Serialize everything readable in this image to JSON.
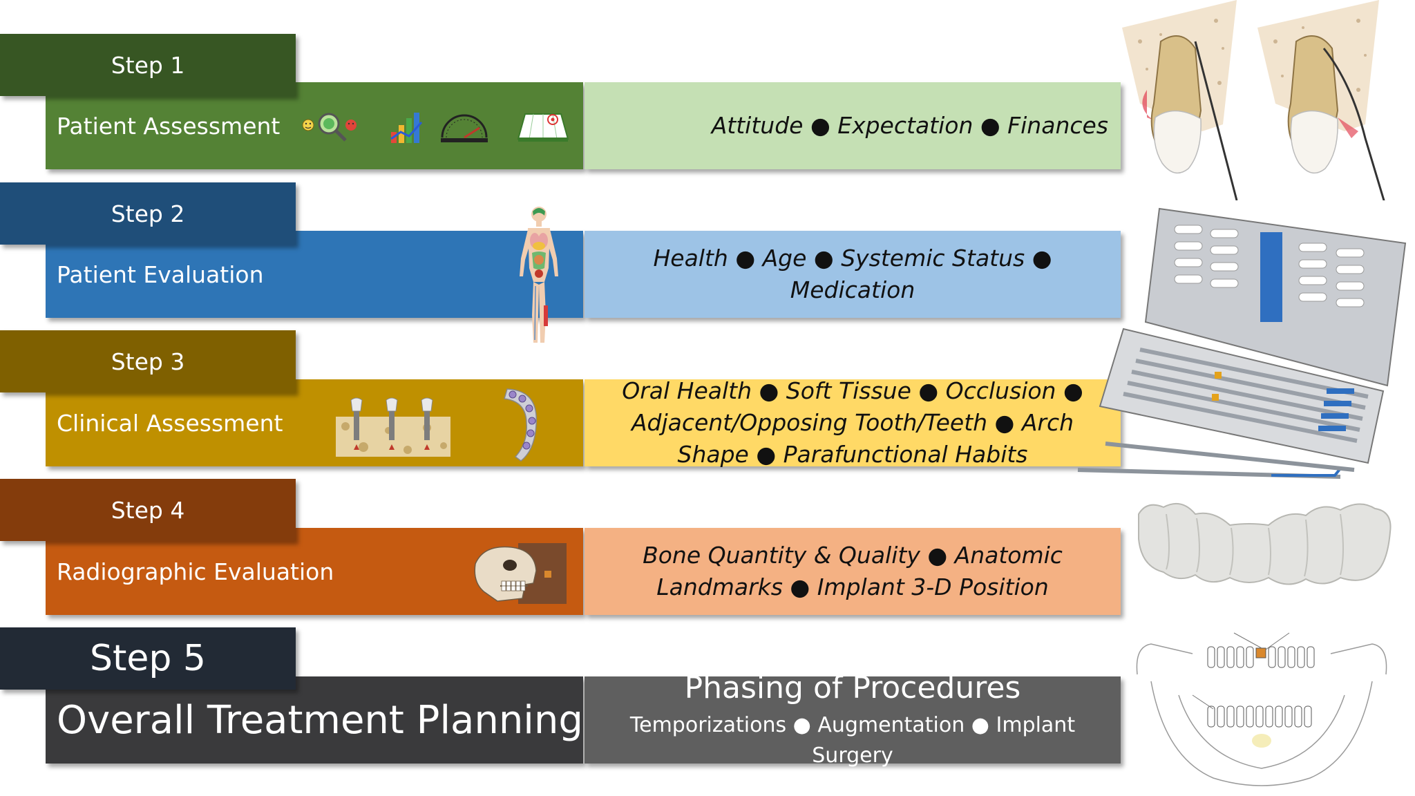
{
  "steps": [
    {
      "tab": "Step 1",
      "title": "Patient Assessment",
      "description": "Attitude ● Expectation ● Finances",
      "colors": {
        "tab": "#375623",
        "band": "#548235",
        "desc": "#c5e0b4"
      }
    },
    {
      "tab": "Step 2",
      "title": "Patient Evaluation",
      "description": "Health ● Age ● Systemic Status ● Medication",
      "colors": {
        "tab": "#1f4e79",
        "band": "#2e75b6",
        "desc": "#9dc3e6"
      }
    },
    {
      "tab": "Step 3",
      "title": "Clinical Assessment",
      "description": "Oral Health ● Soft Tissue ● Occlusion ● Adjacent/Opposing Tooth/Teeth ● Arch Shape ● Parafunctional Habits",
      "colors": {
        "tab": "#7f6000",
        "band": "#bf9000",
        "desc": "#ffd966"
      }
    },
    {
      "tab": "Step 4",
      "title": "Radiographic Evaluation",
      "description": "Bone Quantity & Quality ● Anatomic Landmarks ● Implant 3-D Position",
      "colors": {
        "tab": "#843c0c",
        "band": "#c55a11",
        "desc": "#f4b183"
      }
    },
    {
      "tab": "Step 5",
      "title": "Overall Treatment Planning",
      "description": "Phasing of Procedures",
      "subdescription": "Temporizations ● Augmentation ● Implant Surgery",
      "colors": {
        "tab": "#222a35",
        "band": "#3a3a3c",
        "desc": "#5f5f5f"
      }
    }
  ],
  "icons": {
    "step1": [
      "face-magnifier-icon",
      "growth-chart-icon",
      "expectations-gauge-icon",
      "reality-target-icon"
    ],
    "step2": [
      "human-anatomy-icon"
    ],
    "step3": [
      "implants-in-bone-icon",
      "implant-arch-icon"
    ],
    "step4": [
      "skull-radiograph-icon"
    ]
  },
  "side_images": [
    "tooth-bone-section-image",
    "implant-surgical-kit-image",
    "dental-bridge-image",
    "jaw-diagram-image"
  ]
}
